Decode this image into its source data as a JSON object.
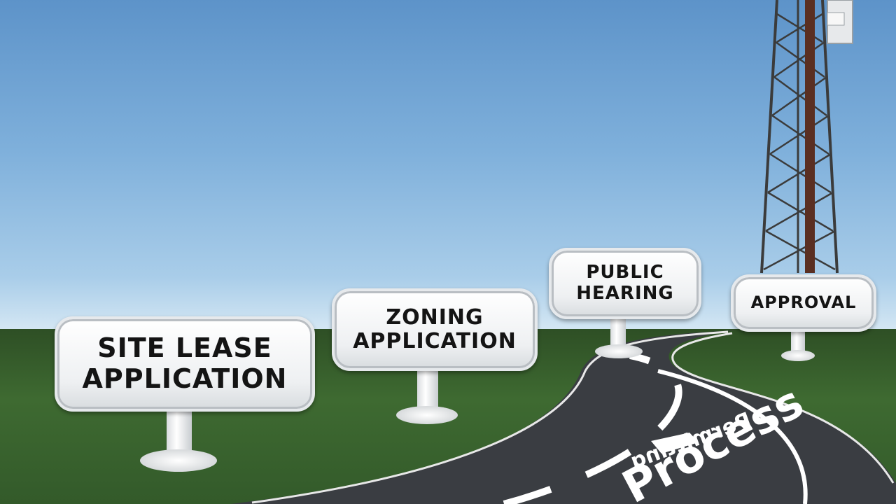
{
  "signs": [
    {
      "label": "SITE LEASE\nAPPLICATION"
    },
    {
      "label": "ZONING\nAPPLICATION"
    },
    {
      "label": "PUBLIC\nHEARING"
    },
    {
      "label": "APPROVAL"
    }
  ],
  "road": {
    "main_text": "Process",
    "secondary_text": "Permitting"
  },
  "colors": {
    "sky_top": "#5d93c9",
    "sky_horizon": "#d6e8f4",
    "grass": "#3e6a31",
    "road": "#3a3d42",
    "road_marking": "#ffffff",
    "sign_face": "#ffffff",
    "sign_text": "#141414"
  }
}
